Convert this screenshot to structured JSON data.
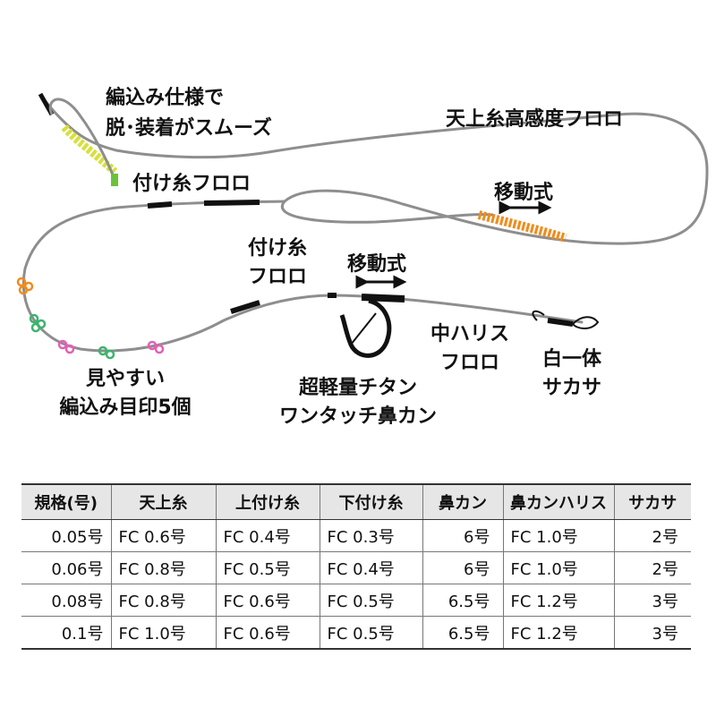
{
  "labels": {
    "braid_spec": [
      "編込み仕様で",
      "脱･装着がスムーズ"
    ],
    "main_line": "天上糸高感度フロロ",
    "upper_line": "付け糸フロロ",
    "movable_top": "移動式",
    "lower_line": [
      "付け糸",
      "フロロ"
    ],
    "movable_mid": "移動式",
    "marks": [
      "見やすい",
      "編込み目印5個"
    ],
    "nose_ring": [
      "超軽量チタン",
      "ワンタッチ鼻カン"
    ],
    "leader": [
      "中ハリス",
      "フロロ"
    ],
    "hook": [
      "白一体",
      "サカサ"
    ]
  },
  "table": {
    "headers": [
      "規格(号)",
      "天上糸",
      "上付け糸",
      "下付け糸",
      "鼻カン",
      "鼻カンハリス",
      "サカサ"
    ],
    "rows": [
      [
        "0.05号",
        "FC 0.6号",
        "FC 0.4号",
        "FC 0.3号",
        "6号",
        "FC 1.0号",
        "2号"
      ],
      [
        "0.06号",
        "FC 0.8号",
        "FC 0.5号",
        "FC 0.4号",
        "6号",
        "FC 1.0号",
        "2号"
      ],
      [
        "0.08号",
        "FC 0.8号",
        "FC 0.6号",
        "FC 0.5号",
        "6.5号",
        "FC 1.2号",
        "3号"
      ],
      [
        "0.1号",
        "FC 1.0号",
        "FC 0.6号",
        "FC 0.5号",
        "6.5号",
        "FC 1.2号",
        "3号"
      ]
    ]
  },
  "colors": {
    "line": "#8e8e8e",
    "braid": "#d6e03c",
    "movable_sleeve": "#f08c1e",
    "mark_orange": "#f08c1e",
    "mark_green": "#3cb46e",
    "mark_pink": "#e65fb4",
    "sleeve_black": "#111111"
  }
}
